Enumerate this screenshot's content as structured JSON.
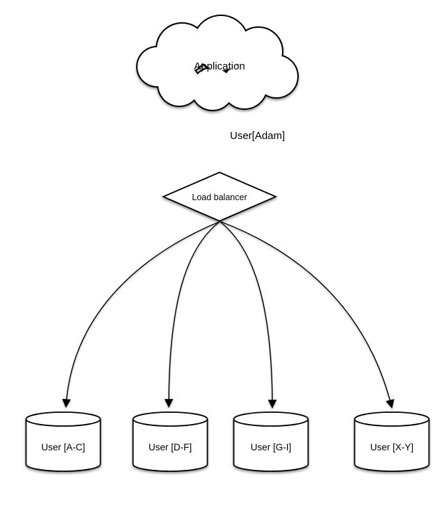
{
  "diagram": {
    "background_color": "#ffffff",
    "stroke_color": "#000000",
    "shape_fill_color": "#ffffff",
    "nodes": {
      "application": {
        "label": "Application",
        "shape": "cloud"
      },
      "load_balancer": {
        "label": "Load balancer",
        "shape": "diamond"
      },
      "shards": [
        {
          "label": "User [A-C]",
          "shape": "cylinder"
        },
        {
          "label": "User [D-F]",
          "shape": "cylinder"
        },
        {
          "label": "User [G-I]",
          "shape": "cylinder"
        },
        {
          "label": "User [X-Y]",
          "shape": "cylinder"
        }
      ]
    },
    "edges": {
      "app_to_lb": {
        "label": "User[Adam]"
      }
    }
  }
}
